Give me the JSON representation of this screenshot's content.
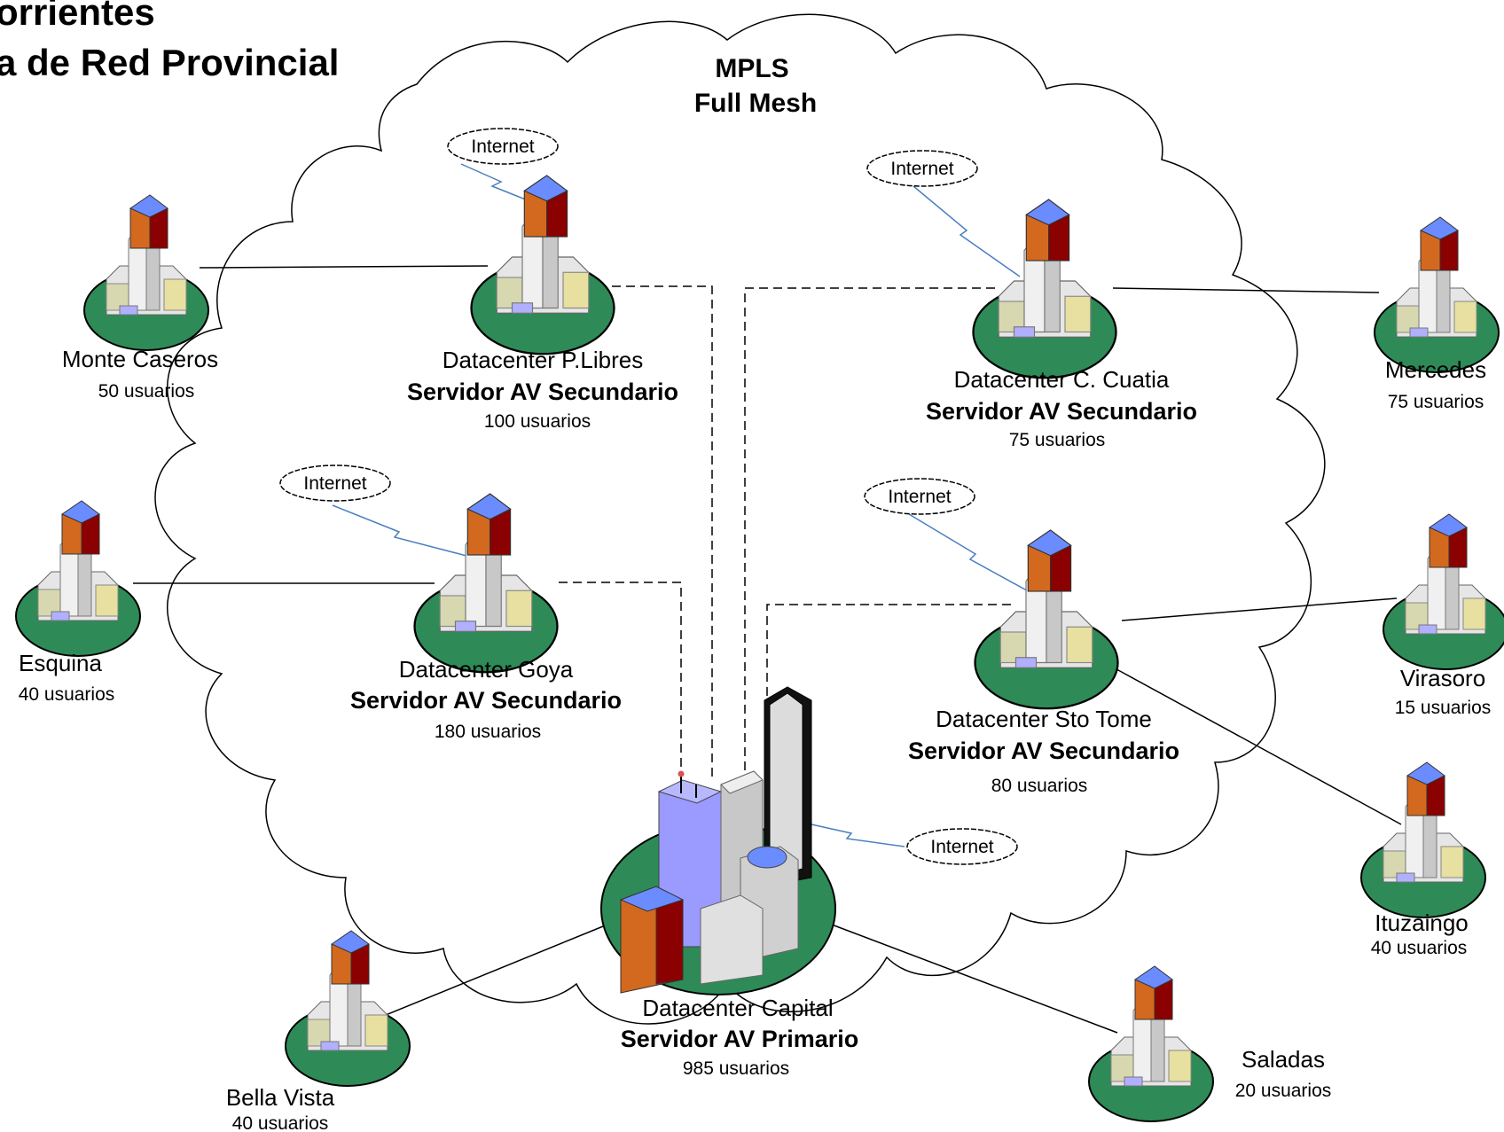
{
  "title": {
    "line1": "orrientes",
    "line2": "a de Red Provincial"
  },
  "cloud": {
    "line1": "MPLS",
    "line2": "Full Mesh"
  },
  "internet_label": "Internet",
  "datacenters": [
    {
      "id": "plibres",
      "name": "Datacenter P.Libres",
      "role": "Servidor AV Secundario",
      "users": "100 usuarios"
    },
    {
      "id": "cuatia",
      "name": "Datacenter C. Cuatia",
      "role": "Servidor AV Secundario",
      "users": "75 usuarios"
    },
    {
      "id": "goya",
      "name": "Datacenter Goya",
      "role": "Servidor AV Secundario",
      "users": "180 usuarios"
    },
    {
      "id": "stotome",
      "name": "Datacenter Sto Tome",
      "role": "Servidor AV Secundario",
      "users": "80 usuarios"
    },
    {
      "id": "capital",
      "name": "Datacenter Capital",
      "role": "Servidor AV Primario",
      "users": "985 usuarios"
    }
  ],
  "sites": [
    {
      "id": "montecaseros",
      "name": "Monte Caseros",
      "users": "50 usuarios"
    },
    {
      "id": "esquina",
      "name": "Esquina",
      "users": "40 usuarios"
    },
    {
      "id": "mercedes",
      "name": "Mercedes",
      "users": "75 usuarios"
    },
    {
      "id": "virasoro",
      "name": "Virasoro",
      "users": "15 usuarios"
    },
    {
      "id": "ituzaingo",
      "name": "Ituzaingo",
      "users": "40 usuarios"
    },
    {
      "id": "bellavista",
      "name": "Bella Vista",
      "users": "40 usuarios"
    },
    {
      "id": "saladas",
      "name": "Saladas",
      "users": "20 usuarios"
    }
  ],
  "colors": {
    "ground": "#2e8b57",
    "tower_orange": "#d2691e",
    "tower_red": "#8b0000",
    "roof_blue": "#6b8cff",
    "link": "#000000",
    "wireless": "#4a7fc1"
  }
}
